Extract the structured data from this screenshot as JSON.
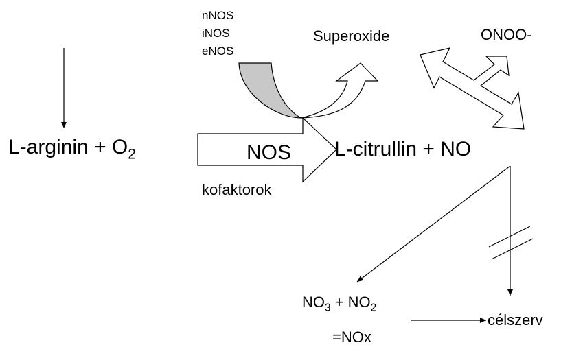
{
  "enzymes": {
    "isoform_1": "nNOS",
    "isoform_2": "iNOS",
    "isoform_3": "eNOS"
  },
  "substrate": {
    "text": "L-arginin + O",
    "subscript": "2"
  },
  "enzyme_label": "NOS",
  "cofactors": "kofaktorok",
  "products": "L-citrullin + NO",
  "superoxide": "Superoxide",
  "peroxynitrite": "ONOO-",
  "nox": {
    "no3": "NO",
    "no3_sub": "3",
    "plus": " + NO",
    "no2_sub": "2",
    "equals": "=NOx"
  },
  "target": "célszerv"
}
